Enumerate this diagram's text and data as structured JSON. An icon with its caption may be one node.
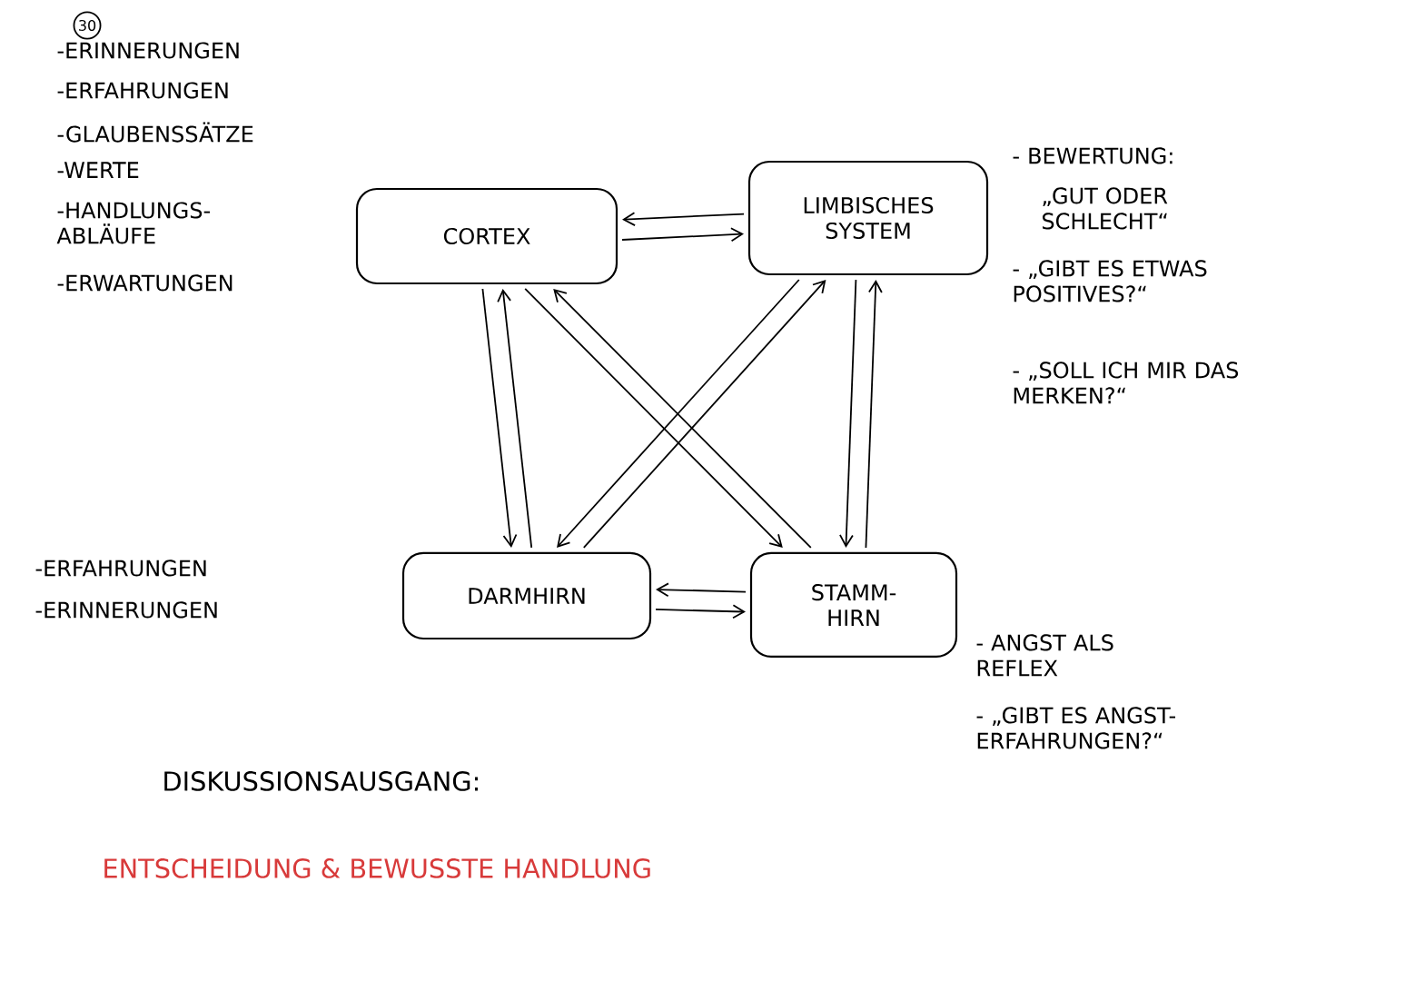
{
  "diagram": {
    "nodes": [
      {
        "text": [
          "CORTEX"
        ],
        "beside": [
          "-ERINNERUNGEN",
          "-ERFAHRUNGEN",
          "-GLAUBENSSÄTZE",
          "-WERTE",
          "-HANDLUNGS- ABLÄUFE",
          "-ERWARTUNGEN"
        ]
      },
      {
        "text": [
          "LIMBISCHES SYSTEM"
        ],
        "beside": [
          "- BEWERTUNG:",
          "„GUT ODER SCHLECHT“",
          "- „GIBT ES ETWAS POSITIVES?“",
          "- „SOLL ICH MIR DAS MERKEN?“"
        ]
      },
      {
        "text": [
          "DARMHIRN"
        ],
        "beside": [
          "-ERFAHRUNGEN",
          "-ERINNERUNGEN"
        ]
      },
      {
        "text": [
          "STAMM- HIRN"
        ],
        "beside": [
          "- ANGST ALS REFLEX",
          "- „GIBT ES ANGST- ERFAHRUNGEN?“"
        ]
      }
    ],
    "edges": [
      {
        "from": 0,
        "to": 1,
        "arrow": "to"
      },
      {
        "from": 1,
        "to": 0,
        "arrow": "to"
      },
      {
        "from": 2,
        "to": 0,
        "arrow": "to"
      },
      {
        "from": 0,
        "to": 2,
        "arrow": "to"
      },
      {
        "from": 3,
        "to": 0,
        "arrow": "to"
      },
      {
        "from": 0,
        "to": 3,
        "arrow": "to"
      },
      {
        "from": 2,
        "to": 1,
        "arrow": "to"
      },
      {
        "from": 1,
        "to": 2,
        "arrow": "to"
      },
      {
        "from": 1,
        "to": 3,
        "arrow": "to"
      },
      {
        "from": 3,
        "to": 1,
        "arrow": "to"
      },
      {
        "from": 2,
        "to": 3,
        "arrow": "to"
      },
      {
        "from": 3,
        "to": 2,
        "arrow": "to"
      }
    ],
    "labels": [
      "30",
      "DISKUSSIONSAUSGANG:",
      "ENTSCHEIDUNG & BEWUSSTE HANDLUNG"
    ]
  }
}
